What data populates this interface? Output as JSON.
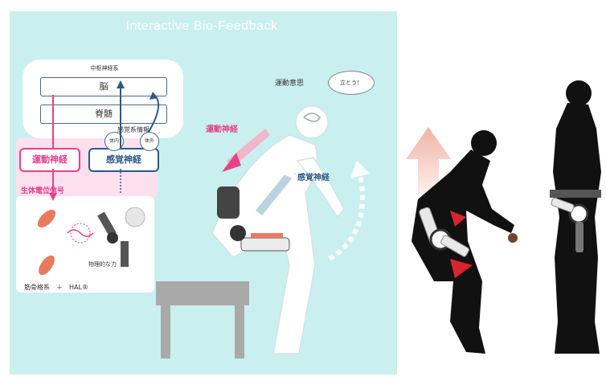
{
  "title": "Interactive Bio-Feedback",
  "cns": {
    "label": "中枢神経系",
    "brain": "脳",
    "spine": "脊髄"
  },
  "nerves": {
    "motor": "運動神経",
    "sensory": "感覚神経",
    "sensory_info": "感覚系情報",
    "inner": "体内",
    "outer": "体外",
    "bio_signal": "生体電位信号"
  },
  "lower": {
    "physical_force": "物理的な力",
    "bottom": "筋骨格系　＋　HAL®"
  },
  "right_scene": {
    "motion_intent": "運動意思",
    "speech": "立とう！",
    "motor": "運動神経",
    "sensory": "感覚神経"
  },
  "colors": {
    "background": "#c9f0ef",
    "motor_pink": "#e8418a",
    "sensory_blue": "#2a5a8a",
    "silhouette": "#111111",
    "accent_red": "#d8252b"
  }
}
